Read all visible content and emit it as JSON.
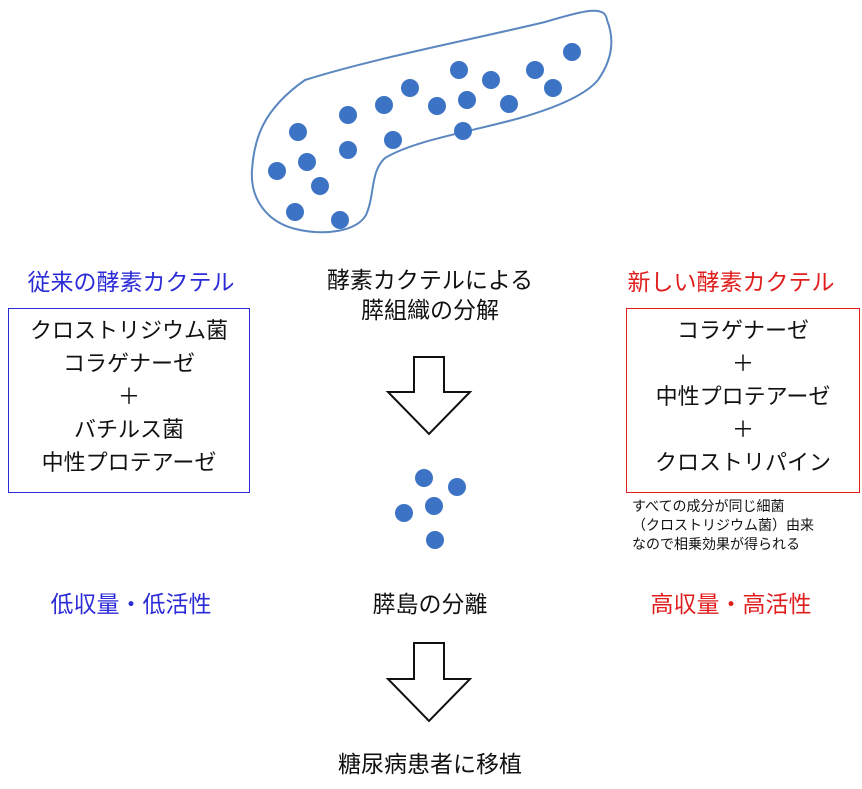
{
  "colors": {
    "conventional": "#2b2bd8",
    "new": "#e01e1e",
    "pancreas_outline": "#5b87c0",
    "cell": "#3d73c4",
    "text": "#111111"
  },
  "center": {
    "digestion_label_line1": "酵素カクテルによる",
    "digestion_label_line2": "膵組織の分解",
    "isolation_label": "膵島の分離",
    "transplant_label": "糖尿病患者に移植"
  },
  "left": {
    "title": "従来の酵素カクテル",
    "box_lines": [
      "クロストリジウム菌",
      "コラゲナーゼ",
      "＋",
      "バチルス菌",
      "中性プロテアーゼ"
    ],
    "result": "低収量・低活性"
  },
  "right": {
    "title": "新しい酵素カクテル",
    "box_lines": [
      "コラゲナーゼ",
      "＋",
      "中性プロテアーゼ",
      "＋",
      "クロストリパイン"
    ],
    "note_lines": [
      "すべての成分が同じ細菌",
      "（クロストリジウム菌）由来",
      "なので相乗効果が得られる"
    ],
    "result": "高収量・高活性"
  },
  "icons": {
    "pancreas": "pancreas-outline-icon",
    "cell": "islet-cell-icon",
    "arrow": "down-arrow-icon"
  }
}
